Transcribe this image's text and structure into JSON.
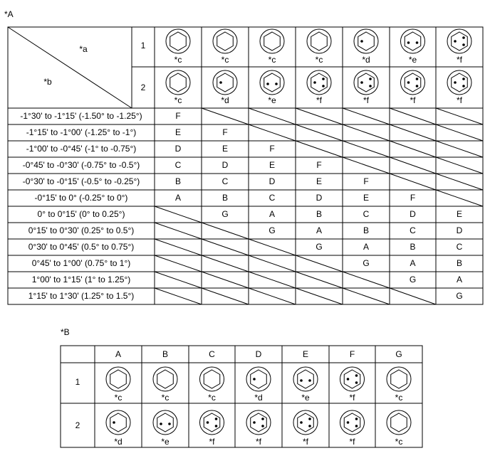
{
  "table_a": {
    "title": "*A",
    "header": {
      "top_right_label": "*a",
      "bottom_left_label": "*b"
    },
    "row_groups": [
      "1",
      "2"
    ],
    "row1_icons": [
      {
        "dots": 0,
        "label": "*c"
      },
      {
        "dots": 0,
        "label": "*c"
      },
      {
        "dots": 0,
        "label": "*c"
      },
      {
        "dots": 0,
        "label": "*c"
      },
      {
        "dots": 1,
        "label": "*d"
      },
      {
        "dots": 2,
        "label": "*e"
      },
      {
        "dots": 3,
        "label": "*f"
      }
    ],
    "row2_icons": [
      {
        "dots": 0,
        "label": "*c"
      },
      {
        "dots": 1,
        "label": "*d"
      },
      {
        "dots": 2,
        "label": "*e"
      },
      {
        "dots": 3,
        "label": "*f"
      },
      {
        "dots": 3,
        "label": "*f"
      },
      {
        "dots": 3,
        "label": "*f"
      },
      {
        "dots": 3,
        "label": "*f"
      }
    ],
    "rows": [
      {
        "label": "-1°30' to -1°15' (-1.50° to -1.25°)",
        "cells": [
          "F",
          null,
          null,
          null,
          null,
          null,
          null
        ]
      },
      {
        "label": "-1°15' to -1°00' (-1.25° to -1°)",
        "cells": [
          "E",
          "F",
          null,
          null,
          null,
          null,
          null
        ]
      },
      {
        "label": "-1°00' to -0°45' (-1° to -0.75°)",
        "cells": [
          "D",
          "E",
          "F",
          null,
          null,
          null,
          null
        ]
      },
      {
        "label": "-0°45' to -0°30' (-0.75° to -0.5°)",
        "cells": [
          "C",
          "D",
          "E",
          "F",
          null,
          null,
          null
        ]
      },
      {
        "label": "-0°30' to -0°15' (-0.5° to -0.25°)",
        "cells": [
          "B",
          "C",
          "D",
          "E",
          "F",
          null,
          null
        ]
      },
      {
        "label": "-0°15' to 0° (-0.25° to 0°)",
        "cells": [
          "A",
          "B",
          "C",
          "D",
          "E",
          "F",
          null
        ]
      },
      {
        "label": "0° to 0°15' (0° to 0.25°)",
        "cells": [
          null,
          "G",
          "A",
          "B",
          "C",
          "D",
          "E"
        ]
      },
      {
        "label": "0°15' to 0°30' (0.25° to 0.5°)",
        "cells": [
          null,
          null,
          "G",
          "A",
          "B",
          "C",
          "D"
        ]
      },
      {
        "label": "0°30' to 0°45' (0.5° to 0.75°)",
        "cells": [
          null,
          null,
          null,
          "G",
          "A",
          "B",
          "C"
        ]
      },
      {
        "label": "0°45' to 1°00' (0.75° to 1°)",
        "cells": [
          null,
          null,
          null,
          null,
          "G",
          "A",
          "B"
        ]
      },
      {
        "label": "1°00' to 1°15' (1° to 1.25°)",
        "cells": [
          null,
          null,
          null,
          null,
          null,
          "G",
          "A"
        ]
      },
      {
        "label": "1°15' to 1°30' (1.25° to 1.5°)",
        "cells": [
          null,
          null,
          null,
          null,
          null,
          null,
          "G"
        ]
      }
    ]
  },
  "table_b": {
    "title": "*B",
    "columns": [
      "A",
      "B",
      "C",
      "D",
      "E",
      "F",
      "G"
    ],
    "row_labels": [
      "1",
      "2"
    ],
    "row1_icons": [
      {
        "dots": 0,
        "label": "*c"
      },
      {
        "dots": 0,
        "label": "*c"
      },
      {
        "dots": 0,
        "label": "*c"
      },
      {
        "dots": 1,
        "label": "*d"
      },
      {
        "dots": 2,
        "label": "*e"
      },
      {
        "dots": 3,
        "label": "*f"
      },
      {
        "dots": 0,
        "label": "*c"
      }
    ],
    "row2_icons": [
      {
        "dots": 1,
        "label": "*d"
      },
      {
        "dots": 2,
        "label": "*e"
      },
      {
        "dots": 3,
        "label": "*f"
      },
      {
        "dots": 3,
        "label": "*f"
      },
      {
        "dots": 3,
        "label": "*f"
      },
      {
        "dots": 3,
        "label": "*f"
      },
      {
        "dots": 0,
        "label": "*c"
      }
    ]
  }
}
